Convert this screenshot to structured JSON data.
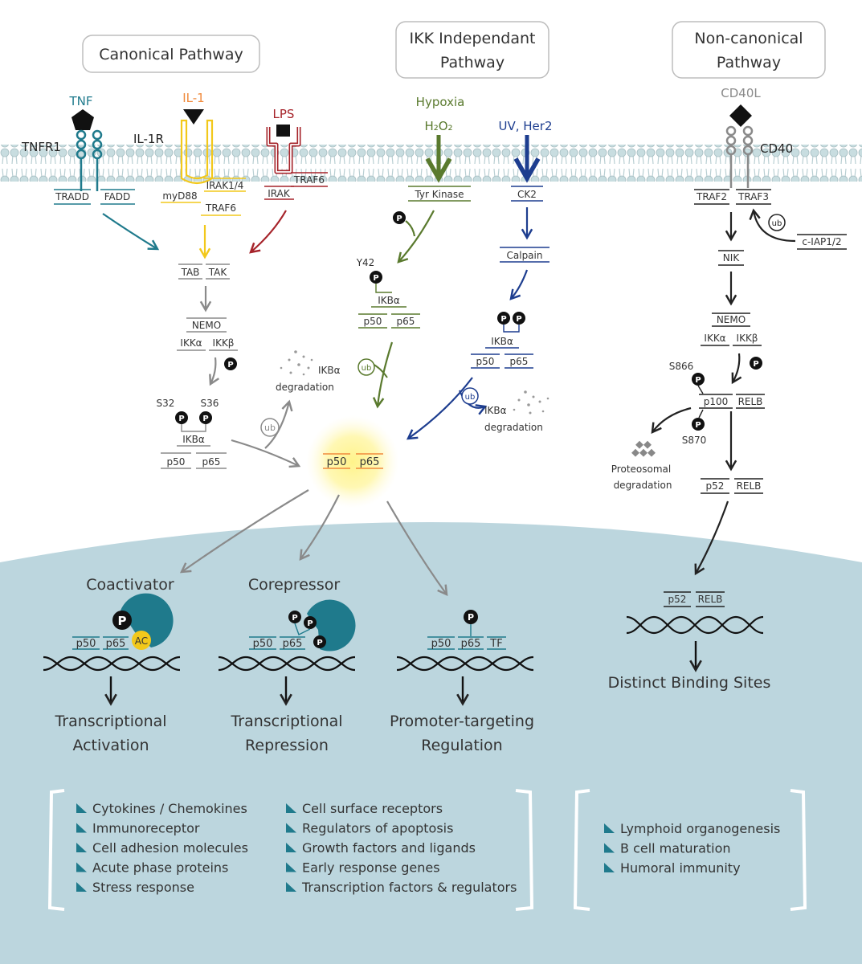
{
  "headers": {
    "canonical": "Canonical Pathway",
    "ikk_independent_line1": "IKK Independant",
    "ikk_independent_line2": "Pathway",
    "noncanonical_line1": "Non-canonical",
    "noncanonical_line2": "Pathway"
  },
  "ligands": {
    "tnf": "TNF",
    "il1": "IL-1",
    "lps": "LPS",
    "hypoxia": "Hypoxia",
    "h2o2": "H₂O₂",
    "uv_her2": "UV, Her2",
    "cd40l": "CD40L"
  },
  "receptors": {
    "tnfr1": "TNFR1",
    "il1r": "IL-1R",
    "cd40": "CD40"
  },
  "adaptors": {
    "tradd": "TRADD",
    "fadd": "FADD",
    "myd88": "myD88",
    "irak14": "IRAK1/4",
    "traf6_il1": "TRAF6",
    "irak": "IRAK",
    "traf6_lps": "TRAF6",
    "tyr_kinase": "Tyr Kinase",
    "ck2": "CK2",
    "calpain": "Calpain",
    "traf2": "TRAF2",
    "traf3": "TRAF3",
    "ciap": "c-IAP1/2",
    "nik": "NIK"
  },
  "canonical": {
    "tab": "TAB",
    "tak": "TAK",
    "nemo": "NEMO",
    "ikka": "IKKα",
    "ikkb": "IKKβ",
    "s32": "S32",
    "s36": "S36",
    "ikba": "IKBα",
    "p50": "p50",
    "p65": "p65",
    "degradation_line1": "IKBα",
    "degradation_line2": "degradation"
  },
  "ikk_indep": {
    "y42": "Y42",
    "ikba_left": "IKBα",
    "p50_left": "p50",
    "p65_left": "p65",
    "ikba_right": "IKBα",
    "p50_right": "p50",
    "p65_right": "p65",
    "degradation_line1": "IKBα",
    "degradation_line2": "degradation"
  },
  "noncanonical": {
    "nemo": "NEMO",
    "ikka": "IKKα",
    "ikkb": "IKKβ",
    "s866": "S866",
    "s870": "S870",
    "p100": "p100",
    "relb": "RELB",
    "p52": "p52",
    "relb2": "RELB",
    "proteosomal_line1": "Proteosomal",
    "proteosomal_line2": "degradation",
    "nucleus_p52": "p52",
    "nucleus_relb": "RELB",
    "binding_sites": "Distinct Binding Sites"
  },
  "center": {
    "p50": "p50",
    "p65": "p65"
  },
  "symbols": {
    "phospho": "P",
    "ubiquitin": "ub",
    "ac": "AC"
  },
  "nucleus": {
    "coactivator": "Coactivator",
    "corepressor": "Corepressor",
    "p50": "p50",
    "p65": "p65",
    "tf": "TF",
    "activation_line1": "Transcriptional",
    "activation_line2": "Activation",
    "repression_line1": "Transcriptional",
    "repression_line2": "Repression",
    "promoter_line1": "Promoter-targeting",
    "promoter_line2": "Regulation"
  },
  "gene_lists": {
    "left_col1": [
      "Cytokines / Chemokines",
      "Immunoreceptor",
      "Cell adhesion molecules",
      "Acute phase proteins",
      "Stress response"
    ],
    "left_col2": [
      "Cell surface receptors",
      "Regulators of apoptosis",
      "Growth factors and ligands",
      "Early response genes",
      "Transcription factors & regulators"
    ],
    "right": [
      "Lymphoid organogenesis",
      "B cell maturation",
      "Humoral immunity"
    ]
  },
  "colors": {
    "teal": "#1f7a8c",
    "yellow": "#f2c81b",
    "orange": "#f08a3c",
    "red": "#a6232a",
    "green": "#5a7a2e",
    "blue": "#1d3d8f",
    "gray": "#8a8a8a",
    "nucleus": "#bcd6de",
    "membrane": "#c8dde0"
  }
}
